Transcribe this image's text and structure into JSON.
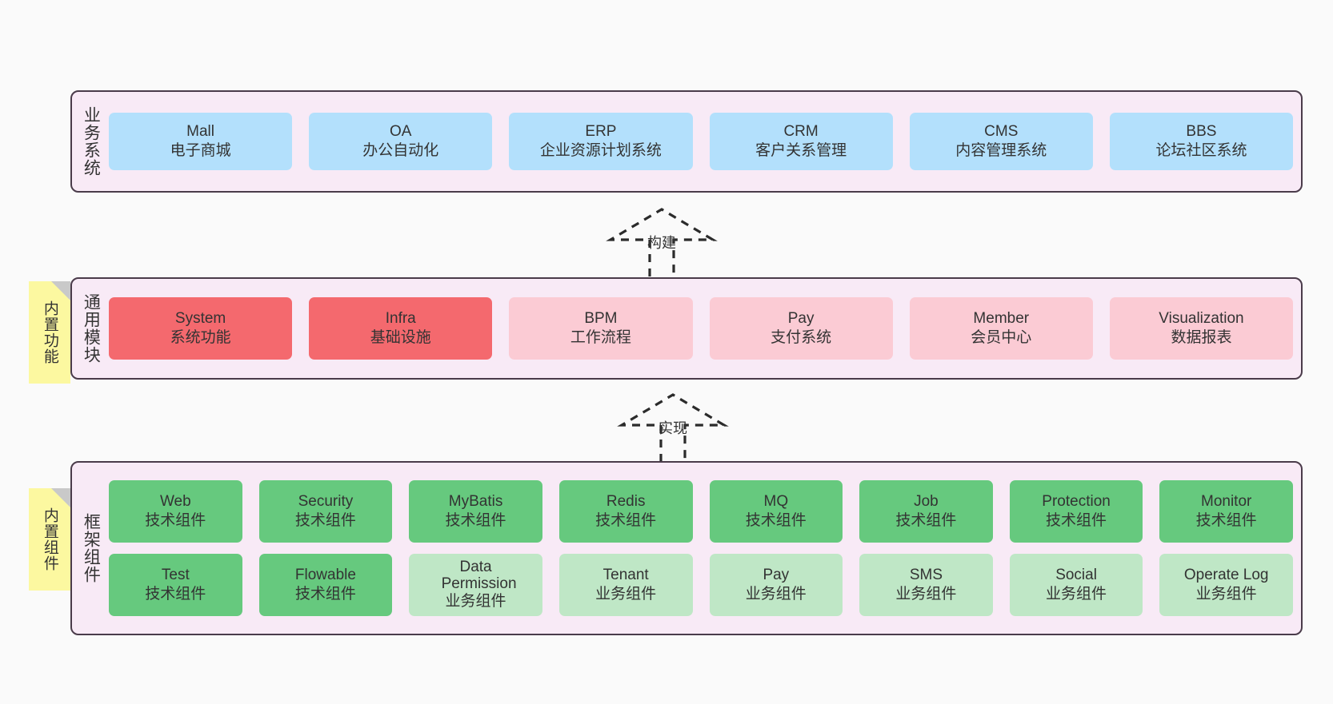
{
  "diagram": {
    "background": "#fafafa",
    "panel_bg": "#f8eaf6",
    "panel_border": "#4a3b4a",
    "note_bg": "#fcf8a0",
    "note_fold": "#c9c9c9"
  },
  "notes": [
    {
      "id": "builtin-features",
      "text": "内置功能"
    },
    {
      "id": "builtin-components",
      "text": "内置组件"
    }
  ],
  "connectors": [
    {
      "id": "build",
      "label": "构建"
    },
    {
      "id": "implement",
      "label": "实现"
    }
  ],
  "layers": [
    {
      "id": "business-systems",
      "title": "业务系统",
      "rows": [
        {
          "nodes": [
            {
              "en": "Mall",
              "cn": "电子商城",
              "color": "blue"
            },
            {
              "en": "OA",
              "cn": "办公自动化",
              "color": "blue"
            },
            {
              "en": "ERP",
              "cn": "企业资源计划系统",
              "color": "blue"
            },
            {
              "en": "CRM",
              "cn": "客户关系管理",
              "color": "blue"
            },
            {
              "en": "CMS",
              "cn": "内容管理系统",
              "color": "blue"
            },
            {
              "en": "BBS",
              "cn": "论坛社区系统",
              "color": "blue"
            }
          ]
        }
      ]
    },
    {
      "id": "common-modules",
      "title": "通用模块",
      "rows": [
        {
          "nodes": [
            {
              "en": "System",
              "cn": "系统功能",
              "color": "redhot"
            },
            {
              "en": "Infra",
              "cn": "基础设施",
              "color": "redhot"
            },
            {
              "en": "BPM",
              "cn": "工作流程",
              "color": "pinkl"
            },
            {
              "en": "Pay",
              "cn": "支付系统",
              "color": "pinkl"
            },
            {
              "en": "Member",
              "cn": "会员中心",
              "color": "pinkl"
            },
            {
              "en": "Visualization",
              "cn": "数据报表",
              "color": "pinkl"
            }
          ]
        }
      ]
    },
    {
      "id": "framework-components",
      "title": "框架组件",
      "rows": [
        {
          "nodes": [
            {
              "en": "Web",
              "cn": "技术组件",
              "color": "green"
            },
            {
              "en": "Security",
              "cn": "技术组件",
              "color": "green"
            },
            {
              "en": "MyBatis",
              "cn": "技术组件",
              "color": "green"
            },
            {
              "en": "Redis",
              "cn": "技术组件",
              "color": "green"
            },
            {
              "en": "MQ",
              "cn": "技术组件",
              "color": "green"
            },
            {
              "en": "Job",
              "cn": "技术组件",
              "color": "green"
            },
            {
              "en": "Protection",
              "cn": "技术组件",
              "color": "green"
            },
            {
              "en": "Monitor",
              "cn": "技术组件",
              "color": "green"
            }
          ]
        },
        {
          "nodes": [
            {
              "en": "Test",
              "cn": "技术组件",
              "color": "green"
            },
            {
              "en": "Flowable",
              "cn": "技术组件",
              "color": "green"
            },
            {
              "en": "Data Permission",
              "cn": "业务组件",
              "color": "greenl"
            },
            {
              "en": "Tenant",
              "cn": "业务组件",
              "color": "greenl"
            },
            {
              "en": "Pay",
              "cn": "业务组件",
              "color": "greenl"
            },
            {
              "en": "SMS",
              "cn": "业务组件",
              "color": "greenl"
            },
            {
              "en": "Social",
              "cn": "业务组件",
              "color": "greenl"
            },
            {
              "en": "Operate Log",
              "cn": "业务组件",
              "color": "greenl"
            }
          ]
        }
      ]
    }
  ]
}
